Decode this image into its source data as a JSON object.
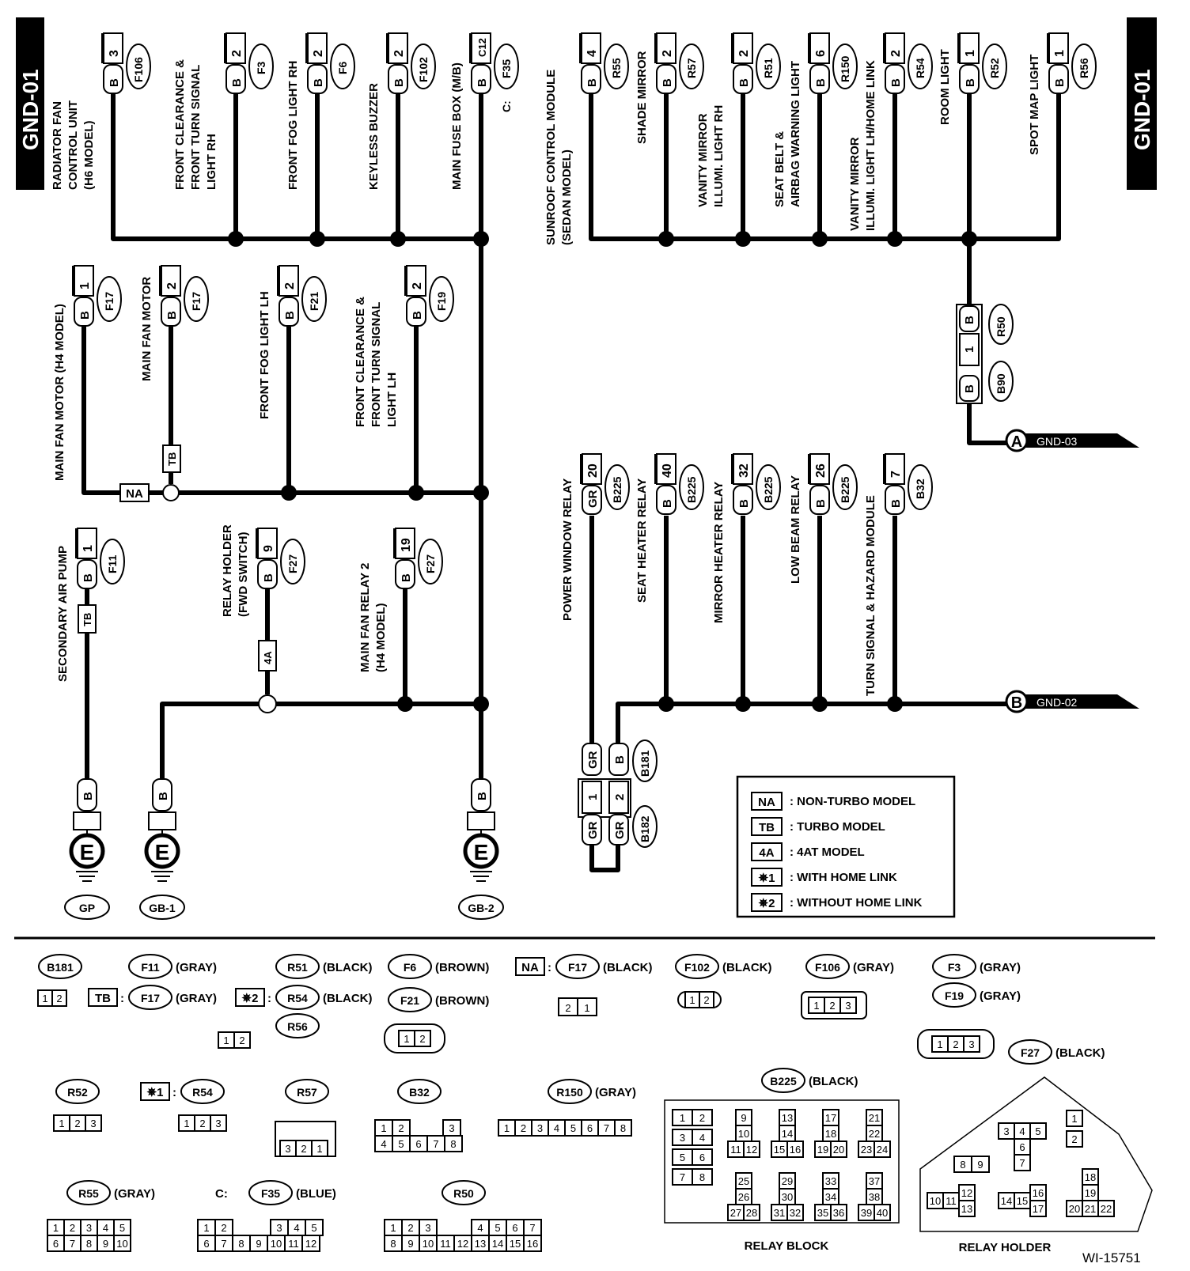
{
  "title_left": "GND-01",
  "title_right": "GND-01",
  "figure_id": "WI-15751",
  "group1_components": [
    {
      "label": [
        "RADIATOR FAN",
        "CONTROL UNIT",
        "(H6 MODEL)"
      ],
      "pin": "3",
      "wire": "B",
      "connector": "F106"
    },
    {
      "label": [
        "FRONT CLEARANCE &",
        "FRONT TURN SIGNAL",
        "LIGHT RH"
      ],
      "pin": "2",
      "wire": "B",
      "connector": "F3"
    },
    {
      "label": [
        "FRONT FOG LIGHT RH"
      ],
      "pin": "2",
      "wire": "B",
      "connector": "F6"
    },
    {
      "label": [
        "KEYLESS BUZZER"
      ],
      "pin": "2",
      "wire": "B",
      "connector": "F102"
    },
    {
      "label": [
        "MAIN FUSE BOX (M/B)"
      ],
      "pin": "C12",
      "wire": "B",
      "connector": "F35",
      "prefix": "C:"
    }
  ],
  "group2_components": [
    {
      "label": [
        "MAIN FAN MOTOR (H4 MODEL)"
      ],
      "pin": "1",
      "wire": "B",
      "connector": "F17"
    },
    {
      "label": [
        "MAIN FAN MOTOR"
      ],
      "pin": "2",
      "wire": "B",
      "connector": "F17"
    },
    {
      "label": [
        "FRONT FOG LIGHT LH"
      ],
      "pin": "2",
      "wire": "B",
      "connector": "F21"
    },
    {
      "label": [
        "FRONT CLEARANCE &",
        "FRONT TURN SIGNAL",
        "LIGHT LH"
      ],
      "pin": "2",
      "wire": "B",
      "connector": "F19"
    }
  ],
  "group3_components": [
    {
      "label": [
        "SECONDARY AIR PUMP"
      ],
      "pin": "1",
      "wire": "B",
      "connector": "F11"
    },
    {
      "label": [
        "RELAY HOLDER",
        "(FWD SWITCH)"
      ],
      "pin": "9",
      "wire": "B",
      "connector": "F27"
    },
    {
      "label": [
        "MAIN FAN RELAY 2",
        "(H4 MODEL)"
      ],
      "pin": "19",
      "wire": "B",
      "connector": "F27"
    }
  ],
  "right_top_components": [
    {
      "label": [
        "SUNROOF CONTROL MODULE",
        "(SEDAN MODEL)"
      ],
      "pin": "4",
      "wire": "B",
      "connector": "R55"
    },
    {
      "label": [
        "SHADE MIRROR"
      ],
      "pin": "2",
      "wire": "B",
      "connector": "R57"
    },
    {
      "label": [
        "VANITY MIRROR",
        "ILLUMI. LIGHT RH"
      ],
      "pin": "2",
      "wire": "B",
      "connector": "R51"
    },
    {
      "label": [
        "SEAT BELT &",
        "AIRBAG WARNING LIGHT"
      ],
      "pin": "6",
      "wire": "B",
      "connector": "R150"
    },
    {
      "label": [
        "VANITY MIRROR",
        "ILLUMI. LIGHT LH/HOME LINK"
      ],
      "pin": "2",
      "wire": "B",
      "connector": "R54"
    },
    {
      "label": [
        "ROOM LIGHT"
      ],
      "pin": "1",
      "wire": "B",
      "connector": "R52"
    },
    {
      "label": [
        "SPOT MAP LIGHT"
      ],
      "pin": "1",
      "wire": "B",
      "connector": "R56"
    }
  ],
  "right_bottom_components": [
    {
      "label": [
        "POWER WINDOW RELAY"
      ],
      "pin": "20",
      "wire": "GR",
      "connector": "B225"
    },
    {
      "label": [
        "SEAT HEATER RELAY"
      ],
      "pin": "40",
      "wire": "B",
      "connector": "B225"
    },
    {
      "label": [
        "MIRROR HEATER RELAY"
      ],
      "pin": "32",
      "wire": "B",
      "connector": "B225"
    },
    {
      "label": [
        "LOW BEAM RELAY"
      ],
      "pin": "26",
      "wire": "B",
      "connector": "B225"
    },
    {
      "label": [
        "TURN SIGNAL & HAZARD MODULE"
      ],
      "pin": "7",
      "wire": "B",
      "connector": "B32"
    }
  ],
  "joint_r50_b90": {
    "top_wire": "B",
    "pin": "1",
    "bottom_wire": "B",
    "top_conn": "R50",
    "bottom_conn": "B90"
  },
  "joint_b181_b182": {
    "top_wires": [
      "GR",
      "B"
    ],
    "pins": [
      "1",
      "2"
    ],
    "bottom_wires": [
      "GR",
      "GR"
    ],
    "top_conn": "B181",
    "bottom_conn": "B182"
  },
  "outputs": [
    {
      "letter": "A",
      "label": "GND-03"
    },
    {
      "letter": "B",
      "label": "GND-02"
    }
  ],
  "option_tags": {
    "na": "NA",
    "tb": "TB",
    "fa": "4A"
  },
  "grounds": [
    {
      "symbol": "E",
      "wire": "B",
      "name": "GP"
    },
    {
      "symbol": "E",
      "wire": "B",
      "name": "GB-1"
    },
    {
      "symbol": "E",
      "wire": "B",
      "name": "GB-2"
    }
  ],
  "legend": [
    {
      "code": "NA",
      "text": ": NON-TURBO MODEL"
    },
    {
      "code": "TB",
      "text": ": TURBO MODEL"
    },
    {
      "code": "4A",
      "text": ": 4AT MODEL"
    },
    {
      "code": "✵1",
      "text": ": WITH HOME LINK"
    },
    {
      "code": "✵2",
      "text": ": WITHOUT HOME LINK"
    }
  ],
  "connector_views": [
    {
      "id": "B181",
      "color": "",
      "pins": "1 2"
    },
    {
      "id": "F11",
      "color": "(GRAY)"
    },
    {
      "id": "F17",
      "color": "(GRAY)",
      "prefix": "TB"
    },
    {
      "id": "R51",
      "color": "(BLACK)"
    },
    {
      "id": "R54",
      "color": "(BLACK)",
      "prefix": "✵2"
    },
    {
      "id": "R56",
      "color": ""
    },
    {
      "id": "F6",
      "color": "(BROWN)"
    },
    {
      "id": "F21",
      "color": "(BROWN)"
    },
    {
      "id": "F17",
      "color": "(BLACK)",
      "prefix": "NA"
    },
    {
      "id": "F102",
      "color": "(BLACK)"
    },
    {
      "id": "F106",
      "color": "(GRAY)"
    },
    {
      "id": "F3",
      "color": "(GRAY)"
    },
    {
      "id": "F19",
      "color": "(GRAY)"
    },
    {
      "id": "F27",
      "color": "(BLACK)"
    },
    {
      "id": "B225",
      "color": "(BLACK)"
    },
    {
      "id": "R52",
      "color": ""
    },
    {
      "id": "R54",
      "color": "",
      "prefix": "✵1"
    },
    {
      "id": "R57",
      "color": ""
    },
    {
      "id": "B32",
      "color": ""
    },
    {
      "id": "R150",
      "color": "(GRAY)"
    },
    {
      "id": "R55",
      "color": "(GRAY)"
    },
    {
      "id": "F35",
      "color": "(BLUE)",
      "prefix": "C:"
    },
    {
      "id": "R50",
      "color": ""
    }
  ],
  "relay_block_label": "RELAY BLOCK",
  "relay_holder_label": "RELAY HOLDER"
}
